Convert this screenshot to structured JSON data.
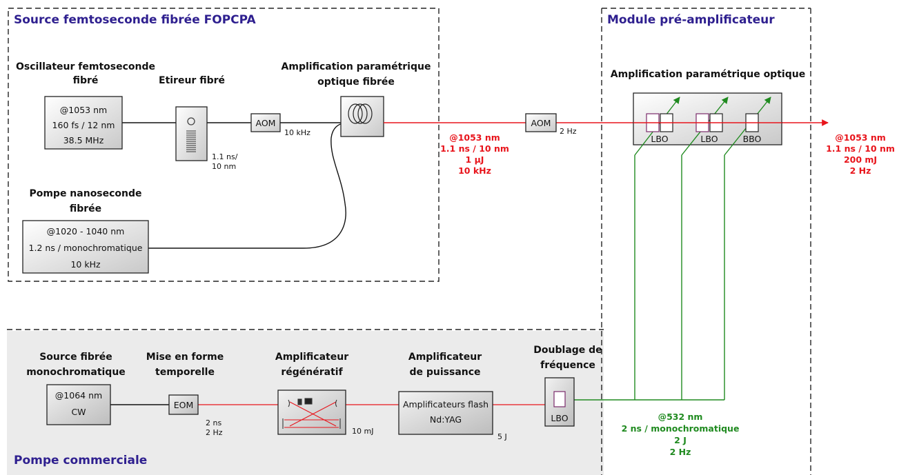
{
  "sections": {
    "fopcpa": "Source femtoseconde fibrée FOPCPA",
    "preamp": "Module pré-amplificateur",
    "pump": "Pompe commerciale"
  },
  "oscillator": {
    "label1": "Oscillateur femtoseconde",
    "label2": "fibré",
    "l1": "@1053 nm",
    "l2": "160 fs  / 12 nm",
    "l3": "38.5 MHz"
  },
  "stretcher": {
    "label": "Etireur fibré",
    "out1": "1.1 ns/",
    "out2": "10 nm"
  },
  "aom1": {
    "label": "AOM",
    "rate": "10 kHz"
  },
  "fopa": {
    "label1": "Amplification paramétrique",
    "label2": "optique fibrée"
  },
  "ns_pump": {
    "label1": "Pompe nanoseconde",
    "label2": "fibrée",
    "l1": "@1020 - 1040 nm",
    "l2": "1.2 ns / monochromatique",
    "l3": "10 kHz"
  },
  "beam1": {
    "l1": "@1053 nm",
    "l2": "1.1 ns / 10 nm",
    "l3": "1 µJ",
    "l4": "10 kHz"
  },
  "aom2": {
    "label": "AOM",
    "rate": "2 Hz"
  },
  "opa": {
    "label": "Amplification paramétrique optique",
    "crystals": [
      "LBO",
      "LBO",
      "BBO"
    ]
  },
  "output": {
    "l1": "@1053 nm",
    "l2": "1.1 ns / 10 nm",
    "l3": "200 mJ",
    "l4": "2 Hz"
  },
  "cw_source": {
    "label1": "Source fibrée",
    "label2": "monochromatique",
    "l1": "@1064 nm",
    "l2": "CW"
  },
  "shaping": {
    "label1": "Mise en forme",
    "label2": "temporelle",
    "box": "EOM",
    "out1": "2 ns",
    "out2": "2 Hz"
  },
  "regen": {
    "label1": "Amplificateur",
    "label2": "régénératif",
    "energy": "10 mJ"
  },
  "power_amp": {
    "label1": "Amplificateur",
    "label2": "de puissance",
    "l1": "Amplificateurs flash",
    "l2": "Nd:YAG",
    "energy": "5 J"
  },
  "doubling": {
    "label1": "Doublage de",
    "label2": "fréquence",
    "crystal": "LBO"
  },
  "green_beam": {
    "l1": "@532 nm",
    "l2": "2 ns / monochromatique",
    "l3": "2 J",
    "l4": "2 Hz"
  },
  "colors": {
    "ir": "#e8141b",
    "green": "#1f8a1f",
    "title": "#2e1f8f"
  }
}
